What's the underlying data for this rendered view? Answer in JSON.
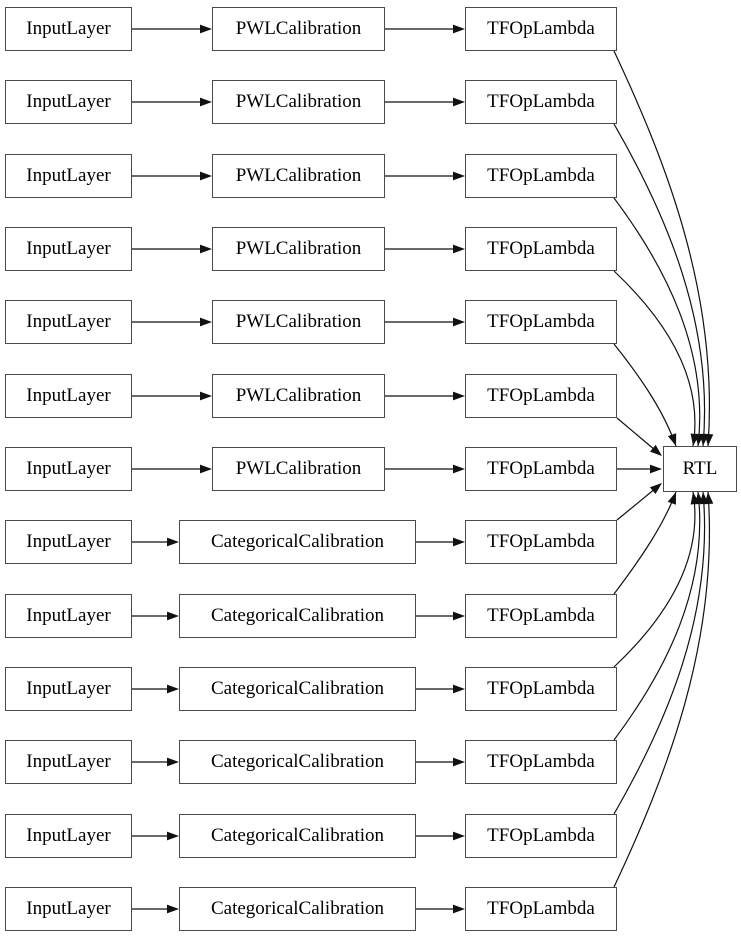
{
  "diagram": {
    "type": "layer-graph",
    "rows": [
      {
        "input": "InputLayer",
        "middle": "PWLCalibration",
        "output": "TFOpLambda"
      },
      {
        "input": "InputLayer",
        "middle": "PWLCalibration",
        "output": "TFOpLambda"
      },
      {
        "input": "InputLayer",
        "middle": "PWLCalibration",
        "output": "TFOpLambda"
      },
      {
        "input": "InputLayer",
        "middle": "PWLCalibration",
        "output": "TFOpLambda"
      },
      {
        "input": "InputLayer",
        "middle": "PWLCalibration",
        "output": "TFOpLambda"
      },
      {
        "input": "InputLayer",
        "middle": "PWLCalibration",
        "output": "TFOpLambda"
      },
      {
        "input": "InputLayer",
        "middle": "PWLCalibration",
        "output": "TFOpLambda"
      },
      {
        "input": "InputLayer",
        "middle": "CategoricalCalibration",
        "output": "TFOpLambda"
      },
      {
        "input": "InputLayer",
        "middle": "CategoricalCalibration",
        "output": "TFOpLambda"
      },
      {
        "input": "InputLayer",
        "middle": "CategoricalCalibration",
        "output": "TFOpLambda"
      },
      {
        "input": "InputLayer",
        "middle": "CategoricalCalibration",
        "output": "TFOpLambda"
      },
      {
        "input": "InputLayer",
        "middle": "CategoricalCalibration",
        "output": "TFOpLambda"
      },
      {
        "input": "InputLayer",
        "middle": "CategoricalCalibration",
        "output": "TFOpLambda"
      }
    ],
    "sink": {
      "label": "RTL"
    },
    "colors": {
      "background": "#ffffff",
      "node_fill": "#ffffff",
      "node_border": "#4a4a4a",
      "edge": "#111111",
      "text": "#000000"
    }
  }
}
